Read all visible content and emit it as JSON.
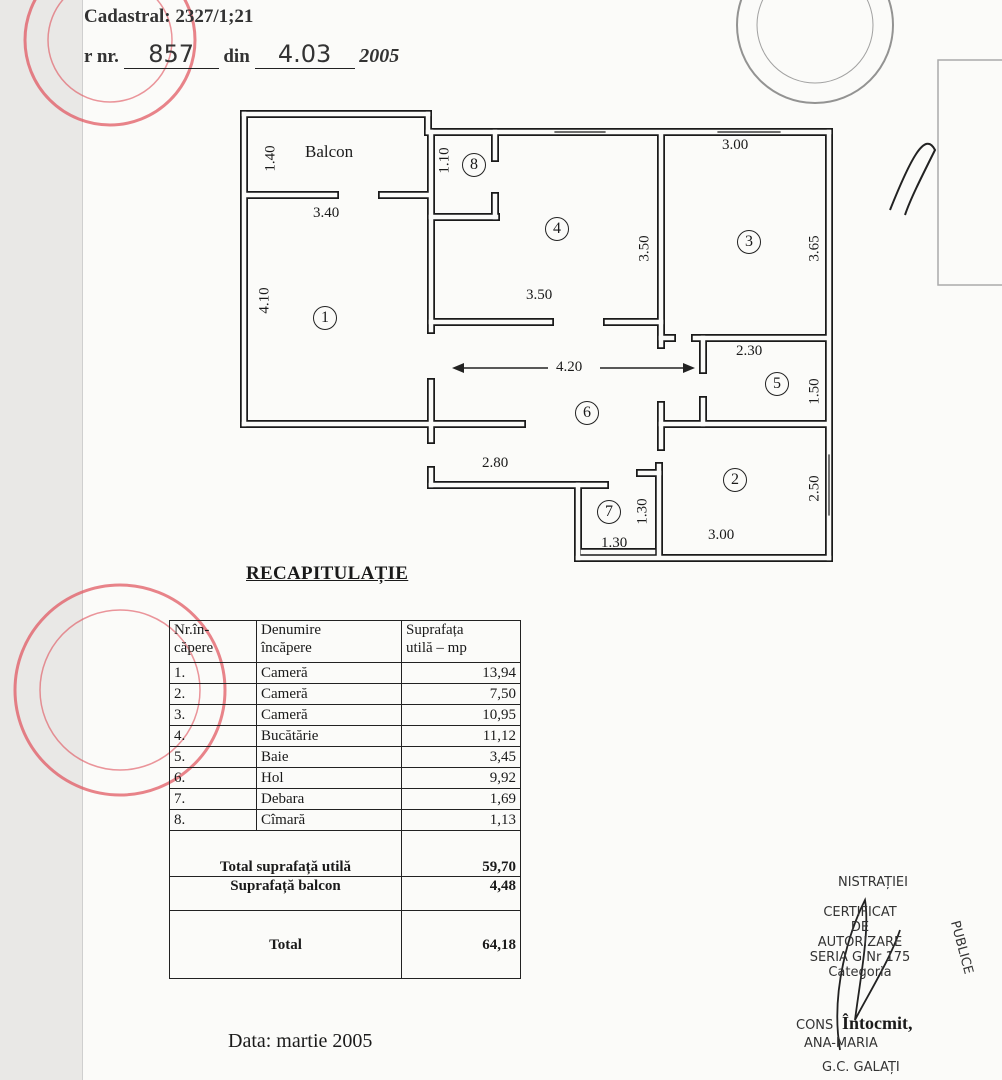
{
  "header": {
    "cadastral_label": "Cadastral:",
    "cadastral_value": "2327/1;21",
    "nr_label": "r nr.",
    "nr_value": "857",
    "din_label": "din",
    "din_value": "4.03",
    "year": "2005"
  },
  "plan": {
    "balcony_label": "Balcon",
    "dimensions": [
      "1.40",
      "3.40",
      "4.10",
      "1.10",
      "3.50",
      "3.50",
      "3.00",
      "3.65",
      "4.20",
      "2.30",
      "1.50",
      "2.80",
      "1.30",
      "1.30",
      "3.00",
      "2.50"
    ],
    "room_numbers": [
      "1",
      "2",
      "3",
      "4",
      "5",
      "6",
      "7",
      "8"
    ]
  },
  "recap": {
    "title": "RECAPITULAȚIE",
    "headers": [
      "Nr.în-\ncăpere",
      "Denumire\nîncăpere",
      "Suprafața\nutilă – mp"
    ],
    "rows": [
      {
        "nr": "1.",
        "name": "Cameră",
        "area": "13,94"
      },
      {
        "nr": "2.",
        "name": "Cameră",
        "area": "7,50"
      },
      {
        "nr": "3.",
        "name": "Cameră",
        "area": "10,95"
      },
      {
        "nr": "4.",
        "name": "Bucătărie",
        "area": "11,12"
      },
      {
        "nr": "5.",
        "name": "Baie",
        "area": "3,45"
      },
      {
        "nr": "6.",
        "name": "Hol",
        "area": "9,92"
      },
      {
        "nr": "7.",
        "name": "Debara",
        "area": "1,69"
      },
      {
        "nr": "8.",
        "name": "Cîmară",
        "area": "1,13"
      }
    ],
    "total_util_label": "Total suprafață utilă",
    "total_util_value": "59,70",
    "balcony_label": "Suprafață balcon",
    "balcony_value": "4,48",
    "total_label": "Total",
    "total_value": "64,18"
  },
  "date": "Data: martie 2005",
  "signature": {
    "prepared_by": "Întocmit,",
    "stamp_lines": [
      "NISTRAȚIEI PUBLICE",
      "CERTIFICAT",
      "DE",
      "AUTORIZARE",
      "SERIA G Nr 175",
      "Categoria",
      "CONS",
      "ANA-MARIA",
      "G.C. GALAȚI"
    ]
  },
  "colors": {
    "ink": "#1a1a1a",
    "stamp_red": "#e0505a",
    "stamp_gray": "#555555",
    "paper": "#fbfbf9"
  }
}
